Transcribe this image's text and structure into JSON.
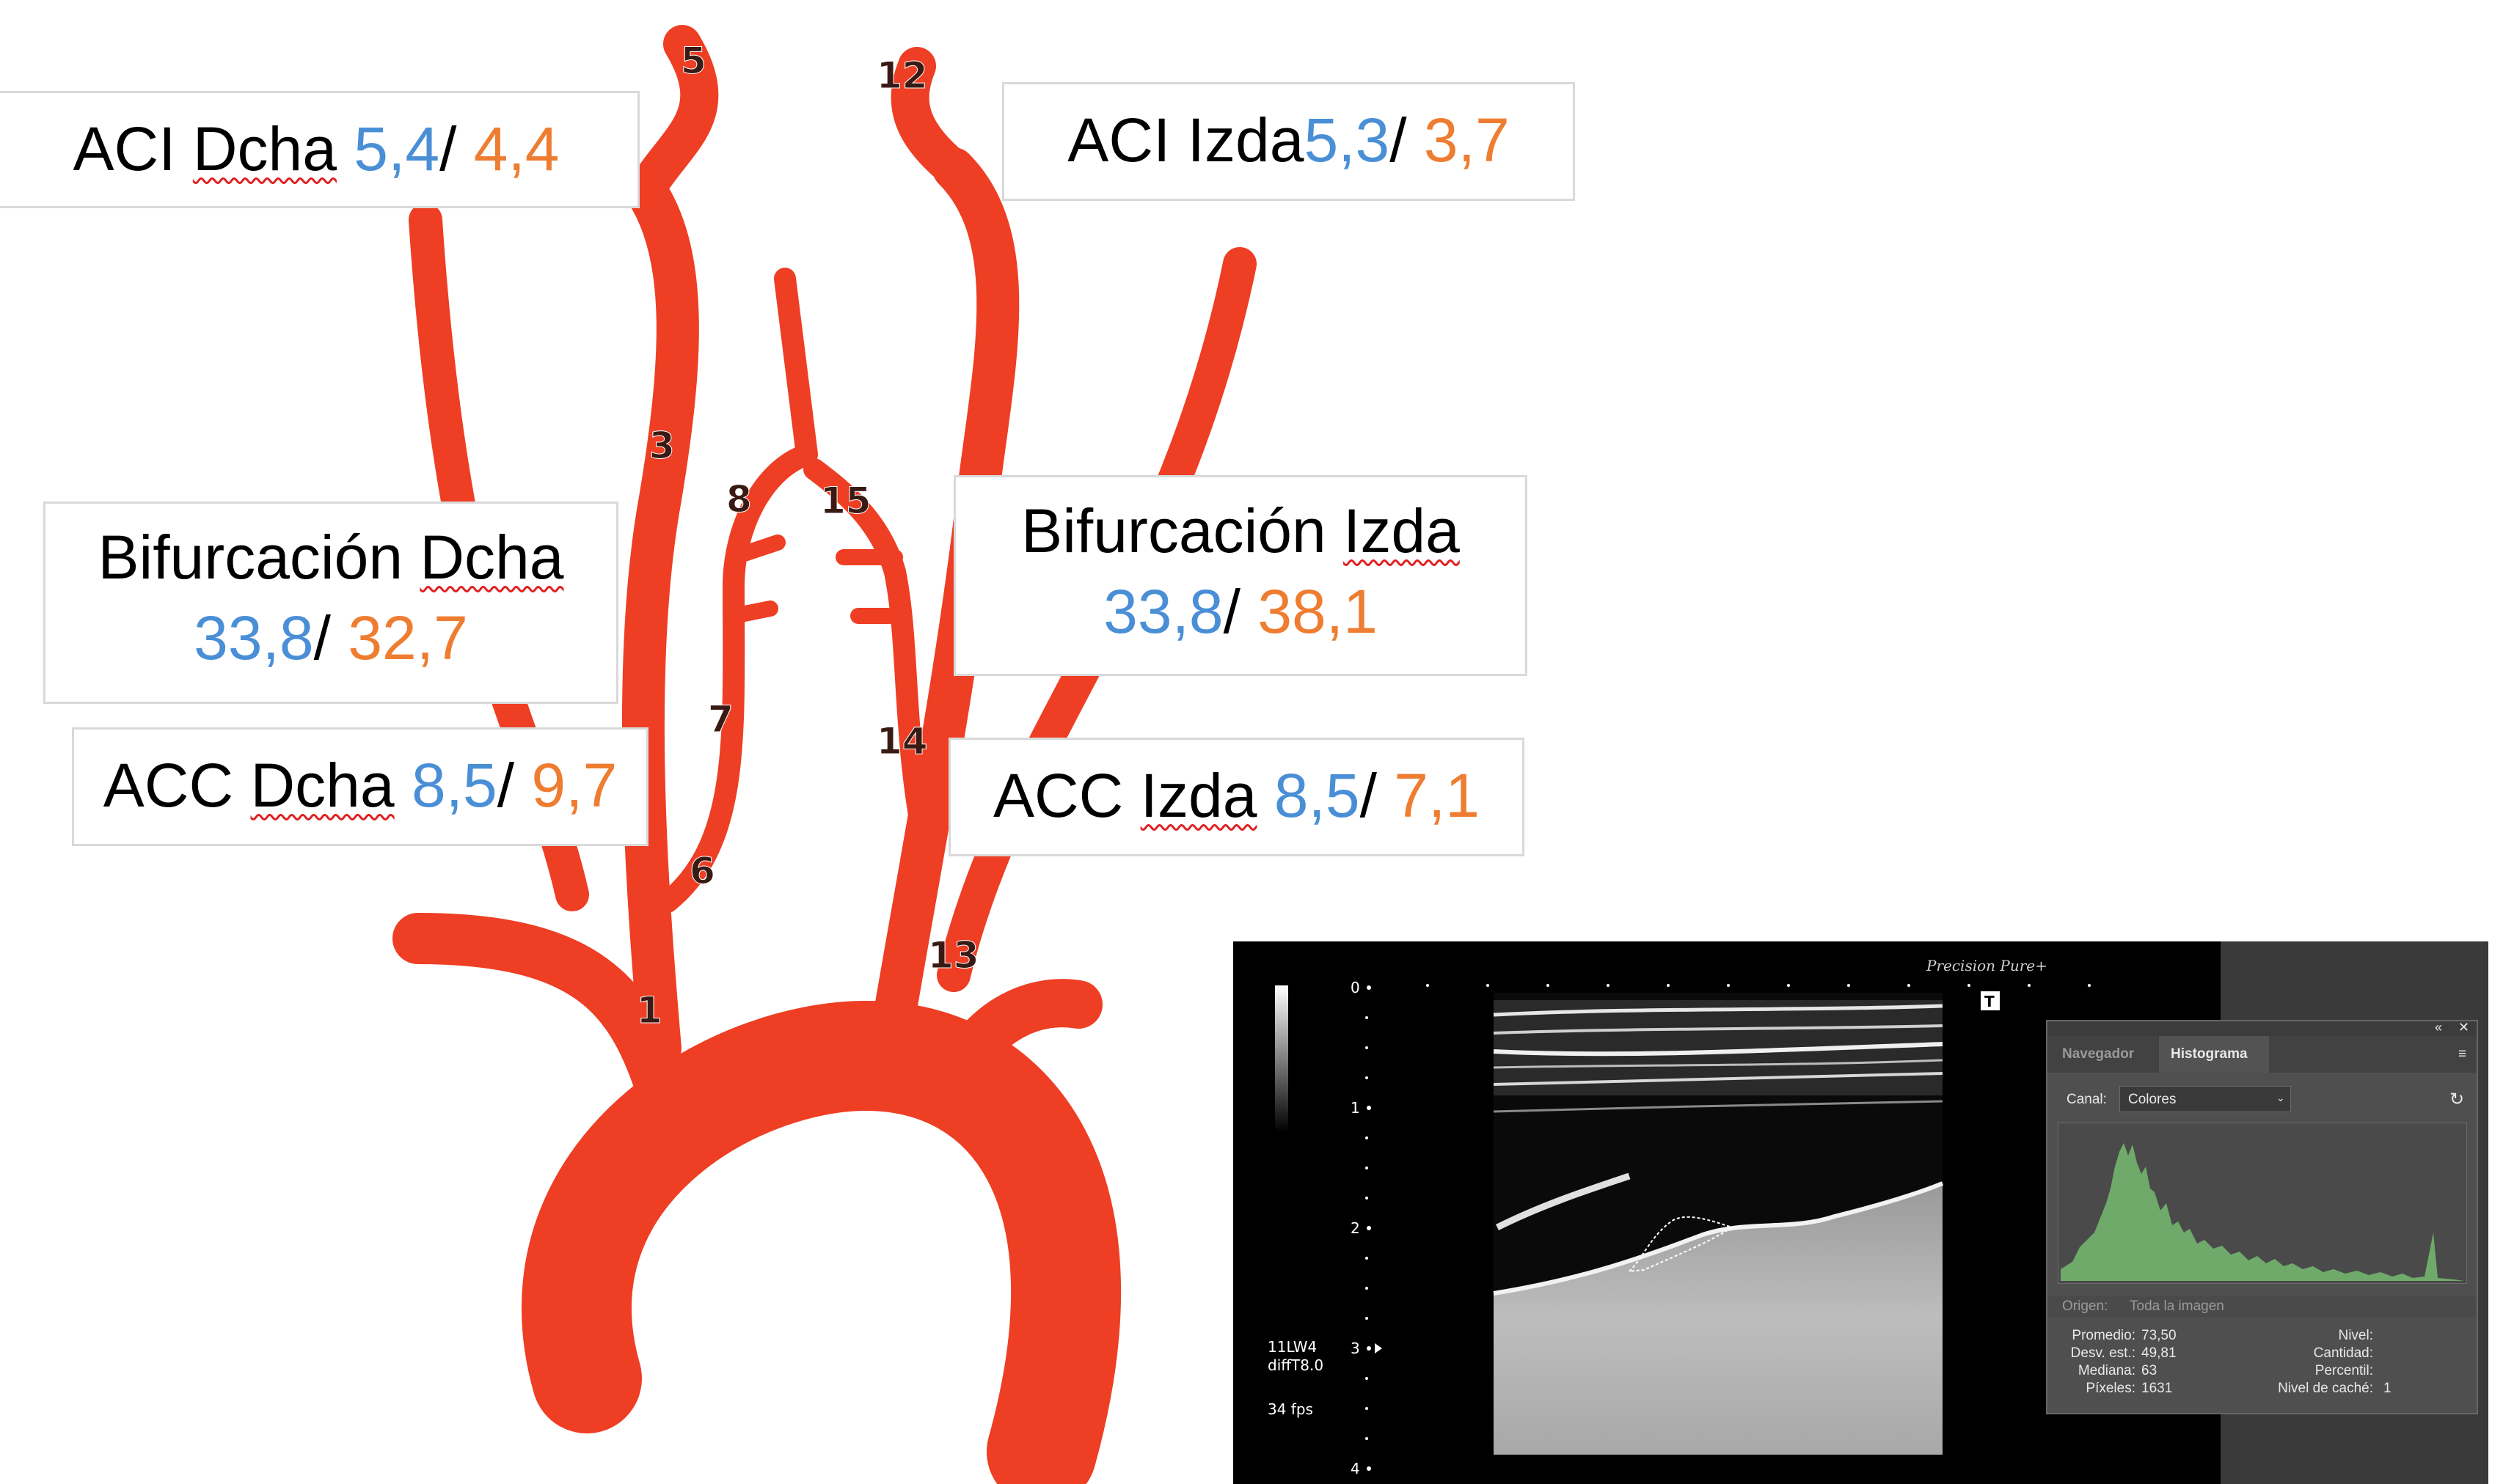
{
  "labels": {
    "aci_dcha": {
      "title": "ACI",
      "side": "Dcha",
      "blue": "5,4",
      "sep": "/ ",
      "orange": "4,4"
    },
    "aci_izda": {
      "title": "ACI",
      "side": "Izda",
      "blue": "5,3",
      "sep": "/ ",
      "orange": "3,7"
    },
    "bif_dcha": {
      "title": "Bifurcación",
      "side": "Dcha",
      "blue": "33,8",
      "sep": "/ ",
      "orange": "32,7"
    },
    "bif_izda": {
      "title": "Bifurcación",
      "side": "Izda",
      "blue": "33,8",
      "sep": "/ ",
      "orange": "38,1"
    },
    "acc_dcha": {
      "title": "ACC",
      "side": "Dcha",
      "blue": "8,5",
      "sep": "/ ",
      "orange": "9,7"
    },
    "acc_izda": {
      "title": "ACC",
      "side": "Izda",
      "blue": "8,5",
      "sep": "/ ",
      "orange": "7,1"
    }
  },
  "segment_numbers": [
    "1",
    "3",
    "5",
    "6",
    "7",
    "8",
    "12",
    "13",
    "14",
    "15"
  ],
  "colors": {
    "artery": "#ee3e24",
    "blue_value": "#4a8fd6",
    "orange_value": "#ee7d31"
  },
  "ultrasound": {
    "brand": "Precision  Pure+",
    "depth_marks": [
      "0",
      "1",
      "2",
      "3",
      "4"
    ],
    "probe": "11LW4",
    "preset": "diffT8.0",
    "fps": "34 fps",
    "t_marker": "T"
  },
  "histogram_panel": {
    "tab_navigator": "Navegador",
    "tab_histogram": "Histograma",
    "channel_label": "Canal:",
    "channel_value": "Colores",
    "source_label": "Origen:",
    "source_value": "Toda la imagen",
    "stats_left": [
      {
        "k": "Promedio:",
        "v": "73,50"
      },
      {
        "k": "Desv. est.:",
        "v": "49,81"
      },
      {
        "k": "Mediana:",
        "v": "63"
      },
      {
        "k": "Píxeles:",
        "v": "1631"
      }
    ],
    "stats_right": [
      {
        "k": "Nivel:",
        "v": ""
      },
      {
        "k": "Cantidad:",
        "v": ""
      },
      {
        "k": "Percentil:",
        "v": ""
      },
      {
        "k": "Nivel de caché:",
        "v": "1"
      }
    ]
  }
}
